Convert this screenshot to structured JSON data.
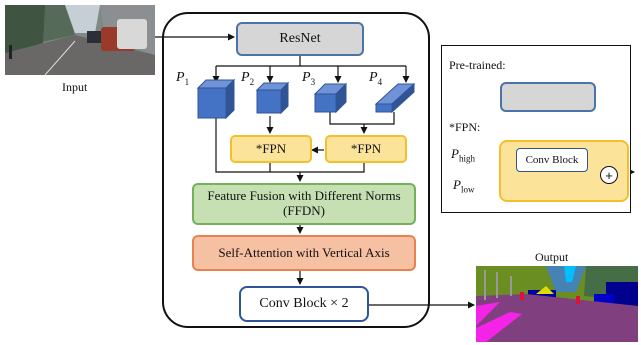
{
  "input_label": "Input",
  "output_label": "Output",
  "resnet": "ResNet",
  "features": [
    {
      "name": "P",
      "sub": "1"
    },
    {
      "name": "P",
      "sub": "2"
    },
    {
      "name": "P",
      "sub": "3"
    },
    {
      "name": "P",
      "sub": "4"
    }
  ],
  "fpn_left": "*FPN",
  "fpn_right": "*FPN",
  "ffdn_label": "Feature Fusion with Different Norms (FFDN)",
  "self_attention_label": "Self-Attention with Vertical Axis",
  "conv_block_label": "Conv Block × 2",
  "legend": {
    "pretrained": "Pre-trained:",
    "fpn": "*FPN:",
    "p_high": {
      "name": "P",
      "sub": "high"
    },
    "p_low": {
      "name": "P",
      "sub": "low"
    },
    "conv_block": "Conv Block",
    "plus": "+"
  },
  "colors": {
    "resnet_fill": "#d6d6d6",
    "resnet_border": "#4a74a8",
    "fpn_fill": "#fbe39a",
    "fpn_border": "#f2bf2f",
    "ffdn_fill": "#c6e0b4",
    "ffdn_border": "#76b05c",
    "attention_fill": "#f6c0a3",
    "attention_border": "#e8824e",
    "cube_blue": "#4472c4"
  }
}
